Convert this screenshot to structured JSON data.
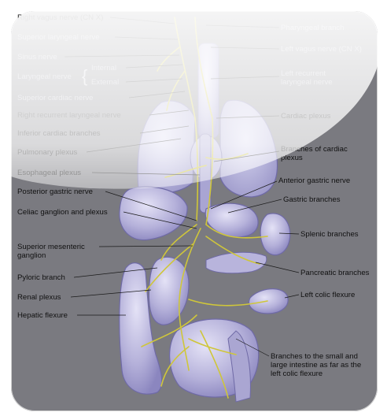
{
  "left_labels": [
    "Right vagus nerve (CN X)",
    "Superior laryngeal nerve",
    "Sinus nerve",
    "Laryngeal nerve",
    "Internal",
    "External",
    "Superior cardiac nerve",
    "Right recurrent laryngeal nerve",
    "Inferior cardiac branches",
    "Pulmonary plexus",
    "Esophageal plexus",
    "Posterior gastric nerve",
    "Celiac ganglion and plexus",
    "Superior mesenteric",
    "ganglion",
    "Pyloric branch",
    "Renal plexus",
    "Hepatic flexure"
  ],
  "right_labels": [
    "Pharyngeal branch",
    "Left vagus nerve (CN X)",
    "Left recurrent",
    "laryngeal nerve",
    "Cardiac plexus",
    "Branches of cardiac",
    "plexus",
    "Anterior gastric nerve",
    "Gastric branches",
    "Splenic branches",
    "Pancreatic branches",
    "Left colic flexure",
    "Branches to the small and",
    "large intestine as far as the",
    "left colic flexure"
  ],
  "colors": {
    "background": "#7a7a80",
    "organ": "#b9b6dd",
    "organ_edge": "#6f6aa6",
    "nerve": "#c9c23a",
    "leader": "#1a1a1a"
  }
}
